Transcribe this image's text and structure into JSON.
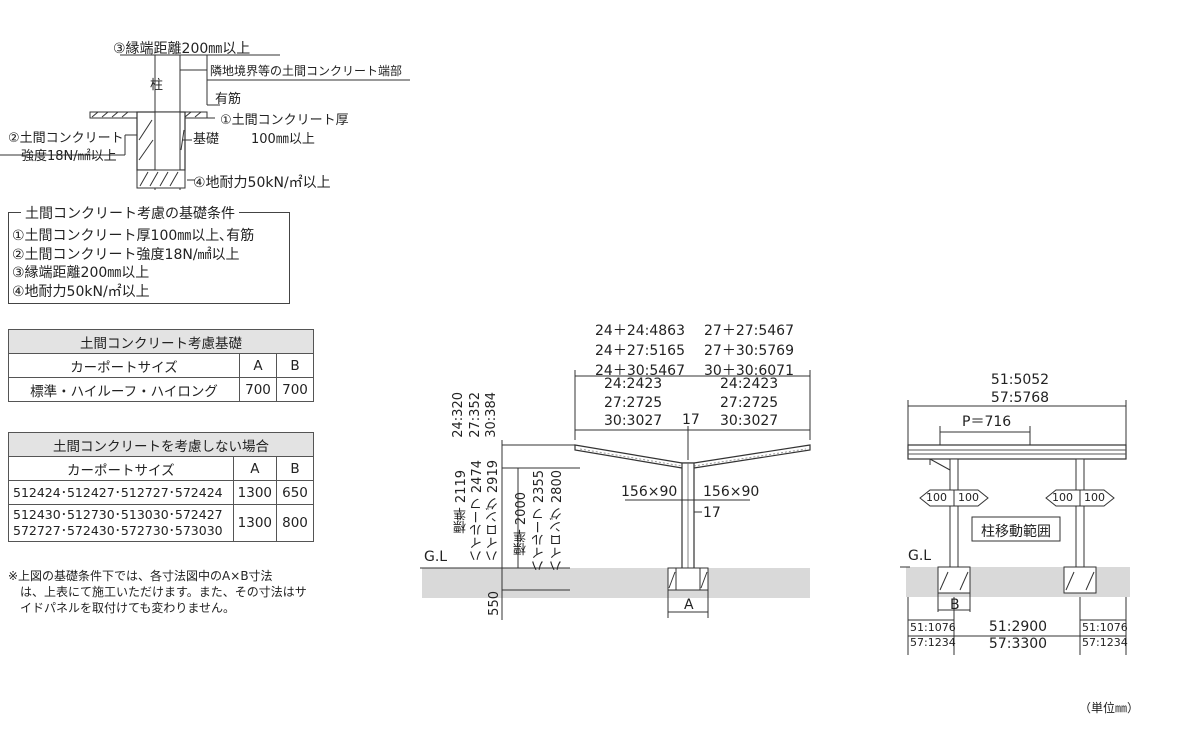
{
  "foundation_detail": {
    "label_edge_distance": "③縁端距離200㎜以上",
    "label_pillar": "柱",
    "label_boundary": "隣地境界等の土間コンクリート端部",
    "label_rebar": "有筋",
    "label_concrete_thickness_1": "①土間コンクリート厚",
    "label_foundation": "基礎",
    "label_concrete_thickness_2": "100㎜以上",
    "label_concrete_strength_1": "②土間コンクリート",
    "label_concrete_strength_2": "強度18N/㎟以上",
    "label_bearing": "④地耐力50kN/㎡以上"
  },
  "conditions": {
    "title": "土間コンクリート考慮の基礎条件",
    "items": [
      "①土間コンクリート厚100㎜以上､有筋",
      "②土間コンクリート強度18N/㎟以上",
      "③縁端距離200㎜以上",
      "④地耐力50kN/㎡以上"
    ]
  },
  "table1": {
    "title": "土間コンクリート考慮基礎",
    "headers": [
      "カーポートサイズ",
      "A",
      "B"
    ],
    "rows": [
      {
        "size": "標準・ハイルーフ・ハイロング",
        "a": "700",
        "b": "700"
      }
    ]
  },
  "table2": {
    "title": "土間コンクリートを考慮しない場合",
    "headers": [
      "カーポートサイズ",
      "A",
      "B"
    ],
    "rows": [
      {
        "size": "512424･512427･512727･572424",
        "a": "1300",
        "b": "650"
      },
      {
        "size_line1": "512430･512730･513030･572427",
        "size_line2": "572727･572430･572730･573030",
        "a": "1300",
        "b": "800"
      }
    ]
  },
  "note": {
    "line1": "※上図の基礎条件下では、各寸法図中のA×B寸法",
    "line2": "は、上表にて施工いただけます。また、その寸法はサ",
    "line3": "イドパネルを取付けても変わりません。"
  },
  "front_view": {
    "top_dims": [
      {
        "left": "24＋24:4863",
        "right": "27＋27:5467"
      },
      {
        "left": "24＋27:5165",
        "right": "27＋30:5769"
      },
      {
        "left": "24＋30:5467",
        "right": "30＋30:6071"
      }
    ],
    "half_dims_left": [
      "24:2423",
      "27:2725",
      "30:3027"
    ],
    "half_dims_right": [
      "24:2423",
      "27:2725",
      "30:3027"
    ],
    "center_offset": "17",
    "roof_height": [
      "24:320",
      "27:352",
      "30:384"
    ],
    "heights_outer": [
      "標準 2119",
      "ハイルーフ 2474",
      "ハイロング 2919"
    ],
    "heights_inner": [
      "標準 2000",
      "ハイルーフ 2355",
      "ハイロング 2800"
    ],
    "beam_left": "156×90",
    "beam_right": "156×90",
    "post_offset": "17",
    "gl_label": "G.L",
    "depth": "550",
    "foundation_label": "A"
  },
  "side_view": {
    "width_dims": [
      "51:5052",
      "57:5768"
    ],
    "pitch": "P＝716",
    "move_left_a": "100",
    "move_left_b": "100",
    "move_right_a": "100",
    "move_right_b": "100",
    "move_range_label": "柱移動範囲",
    "gl_label": "G.L",
    "foundation_label": "B",
    "bottom_left": [
      "51:1076",
      "57:1234"
    ],
    "bottom_center": [
      "51:2900",
      "57:3300"
    ],
    "bottom_right": [
      "51:1076",
      "57:1234"
    ]
  },
  "unit_label": "（単位㎜）"
}
